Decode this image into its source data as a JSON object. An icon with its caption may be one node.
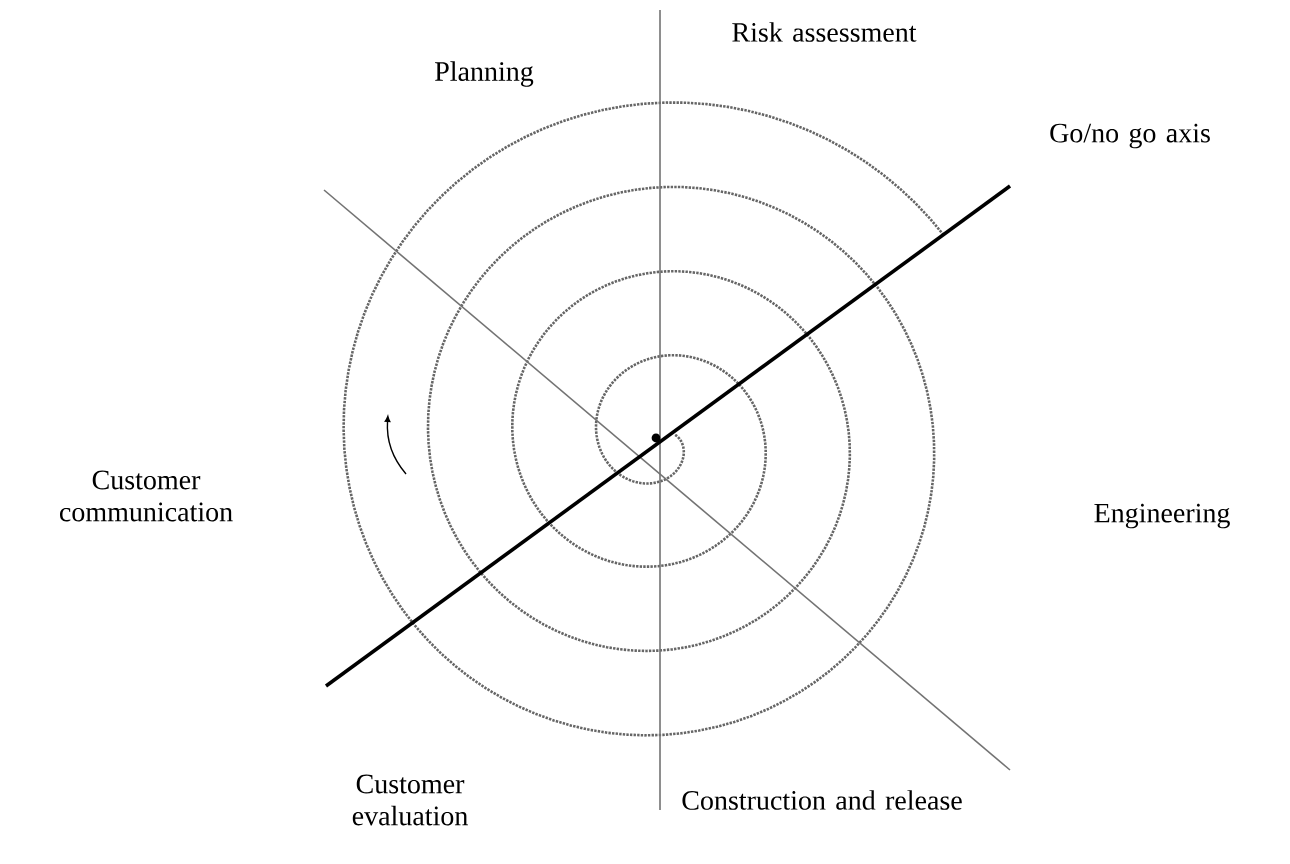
{
  "diagram": {
    "labels": [
      "Planning",
      "Risk assessment",
      "Go/no go axis",
      "Customer communication",
      "Engineering",
      "Customer evaluation",
      "Construction and release"
    ]
  }
}
